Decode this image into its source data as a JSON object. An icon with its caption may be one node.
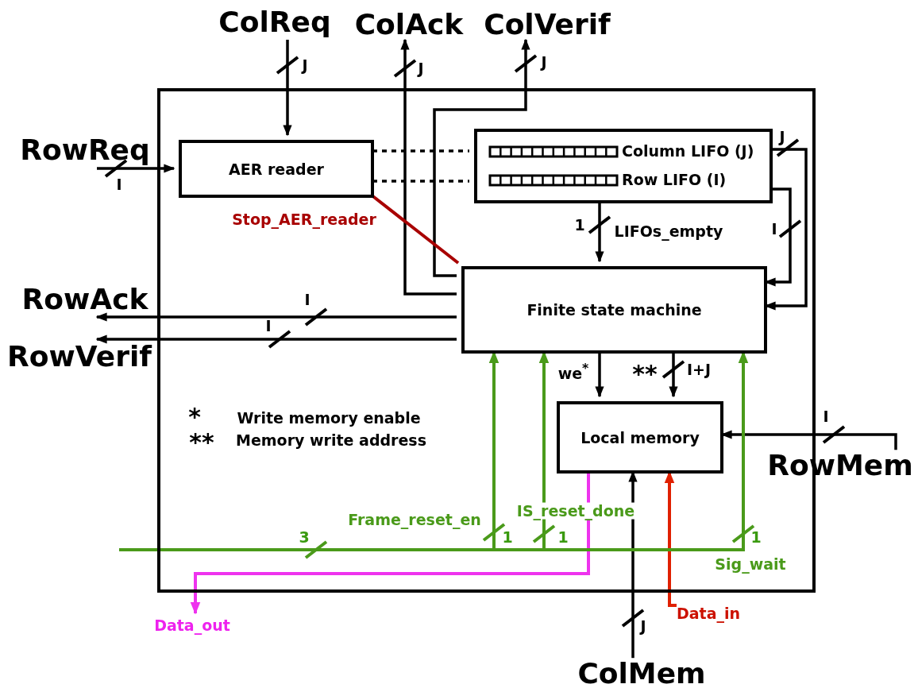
{
  "diagram": {
    "nodes": [
      {
        "text": [],
        "shape": "box"
      },
      {
        "text": [
          "AER reader"
        ],
        "in": 0
      },
      {
        "text": [
          "Column LIFO (J)",
          "Row LIFO (I)"
        ],
        "in": 0
      },
      {
        "text": [
          "Finite state machine"
        ],
        "in": 0
      },
      {
        "text": [
          "Local memory"
        ],
        "in": 0
      },
      {
        "text": [
          "ColReq"
        ]
      },
      {
        "text": [
          "ColAck"
        ]
      },
      {
        "text": [
          "ColVerif"
        ]
      },
      {
        "text": [
          "RowReq"
        ]
      },
      {
        "text": [
          "RowAck"
        ]
      },
      {
        "text": [
          "RowVerif"
        ]
      },
      {
        "text": [
          "RowMem"
        ]
      },
      {
        "text": [
          "ColMem"
        ]
      },
      {
        "text": [
          "Data_out"
        ]
      },
      {
        "text": [
          "Data_in"
        ]
      }
    ],
    "edges": [
      {
        "from": 5,
        "to": 1,
        "arrow": "to"
      },
      {
        "from": 8,
        "to": 1,
        "arrow": "to"
      },
      {
        "from": 3,
        "to": 6,
        "arrow": "to"
      },
      {
        "from": 3,
        "to": 7,
        "arrow": "to"
      },
      {
        "from": 1,
        "to": 2,
        "arrow": "none",
        "style": "dashed"
      },
      {
        "from": 1,
        "to": 2,
        "arrow": "none",
        "style": "dashed"
      },
      {
        "from": 1,
        "to": 3,
        "arrow": "none",
        "label": "Stop_AER_reader",
        "color": "#a80000"
      },
      {
        "from": 2,
        "to": 3,
        "arrow": "to",
        "label": "LIFOs_empty"
      },
      {
        "from": 2,
        "to": 3,
        "arrow": "to"
      },
      {
        "from": 2,
        "to": 3,
        "arrow": "to"
      },
      {
        "from": 3,
        "to": 9,
        "arrow": "to"
      },
      {
        "from": 3,
        "to": 10,
        "arrow": "to"
      },
      {
        "from": 3,
        "to": 4,
        "arrow": "to",
        "label": "we$^{*}$"
      },
      {
        "from": 3,
        "to": 4,
        "arrow": "to",
        "label": "**"
      },
      {
        "from": 11,
        "to": 4,
        "arrow": "to"
      },
      {
        "from": 12,
        "to": 4,
        "arrow": "to"
      },
      {
        "from": 14,
        "to": 4,
        "arrow": "to",
        "color": "#e02000"
      },
      {
        "from": 4,
        "to": 13,
        "arrow": "to",
        "color": "#ee33ee"
      },
      {
        "from": null,
        "to": 3,
        "arrow": "to",
        "label": "Frame_reset_en",
        "color": "#4a9a1a"
      },
      {
        "from": null,
        "to": 3,
        "arrow": "to",
        "label": "IS_reset_done",
        "color": "#4a9a1a"
      },
      {
        "from": null,
        "to": 3,
        "arrow": "to",
        "label": "Sig_wait",
        "color": "#4a9a1a"
      }
    ],
    "labels": [
      "J",
      "J",
      "J",
      "I",
      "J",
      "1",
      "I",
      "I",
      "I",
      "I+J",
      "*",
      "Write memory enable",
      "**",
      "Memory write address",
      "I",
      "3",
      "1",
      "1",
      "1",
      "J"
    ]
  }
}
